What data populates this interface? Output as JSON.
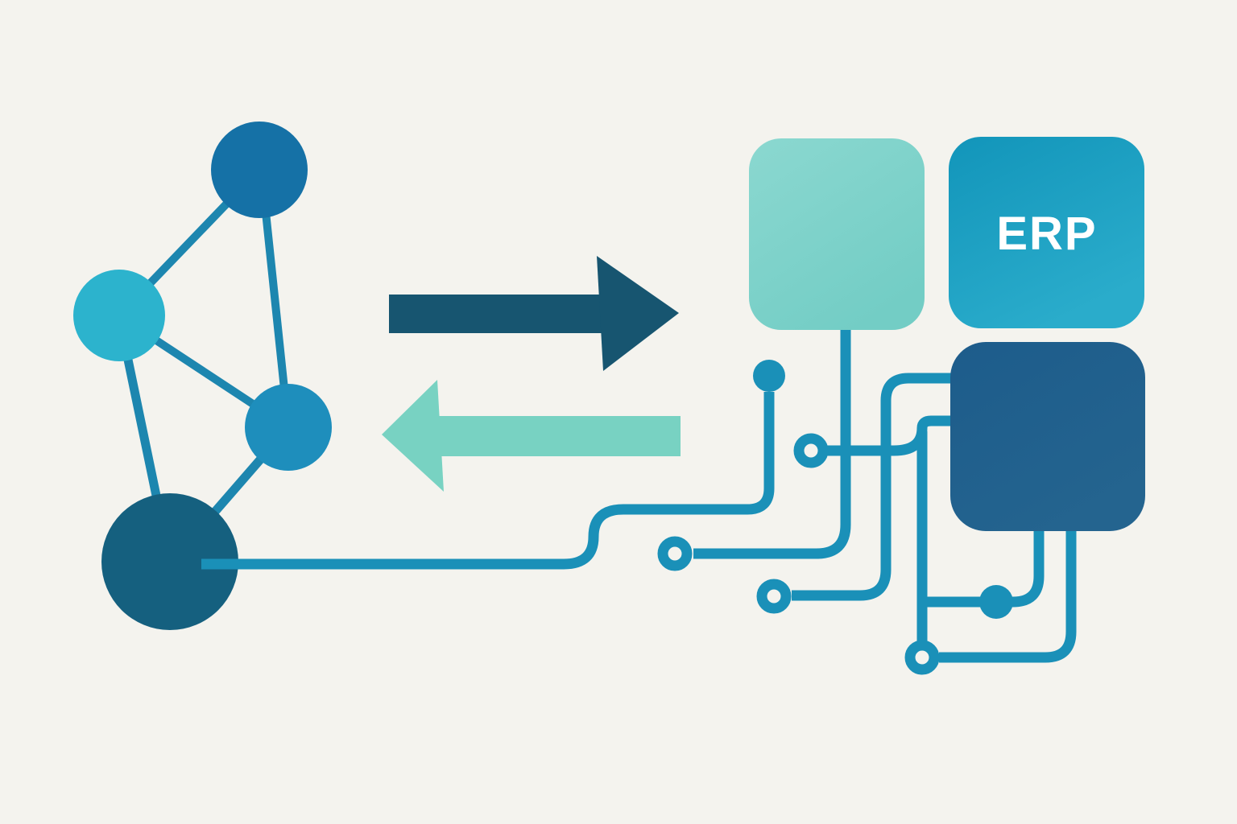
{
  "background_color": "#f4f3ee",
  "palette": {
    "edge_line": "#1d86af",
    "circuit_line": "#1a90b8",
    "node_top": "#1571a6",
    "node_left": "#2cb3cd",
    "node_mid": "#1e8ebc",
    "node_bottom": "#15607f",
    "arrow_right": "#175570",
    "arrow_left": "#78d2c2",
    "teal_square_top": "#8bd8d0",
    "teal_square_bottom": "#73cdc5",
    "erp_square_top": "#1295ba",
    "erp_square_bottom": "#2aaccb",
    "navy_square_top": "#1d5c8b",
    "navy_square_bottom": "#24648f",
    "erp_text": "#ffffff"
  },
  "network": {
    "nodes": [
      {
        "id": "node-top",
        "color": "#1571a6"
      },
      {
        "id": "node-left",
        "color": "#2cb3cd"
      },
      {
        "id": "node-mid",
        "color": "#1e8ebc"
      },
      {
        "id": "node-bottom",
        "color": "#15607f"
      }
    ],
    "edge_count": 5
  },
  "arrows": {
    "right_direction": "to-systems",
    "left_direction": "to-network"
  },
  "squares": {
    "teal": {
      "label": ""
    },
    "erp": {
      "label": "ERP"
    },
    "navy": {
      "label": ""
    }
  },
  "circuit": {
    "filled_dots": 2,
    "open_rings": 4
  }
}
